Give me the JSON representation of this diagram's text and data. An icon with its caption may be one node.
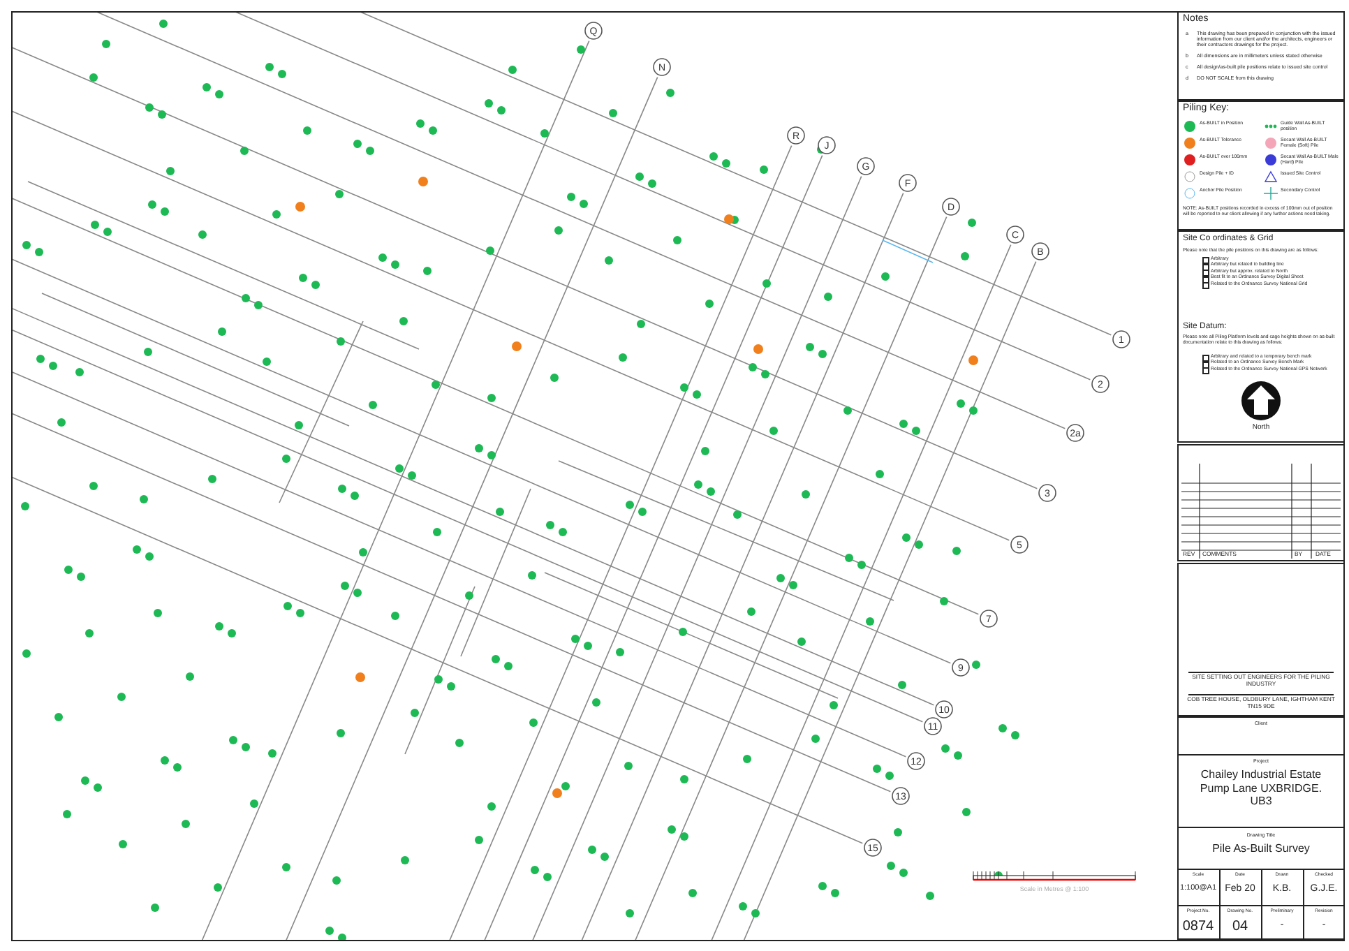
{
  "diagram": {
    "title": "Pile As-Built Survey",
    "labels": [
      "Notes",
      "a",
      "This drawing has been prepared in conjunction with the issued information from our client and/or the architects, engineers or their contractors drawings for the project.",
      "b",
      "All dimensions are in millimeters unless stated otherwise",
      "c",
      "All design/as-built pile positions relate to issued site control",
      "d",
      "DO NOT SCALE from this drawing",
      "Piling Key:",
      "NOTE: As-BUILT positions recorded in excess of 100mm out of position will be reported to our client allowing if any further actions need taking.",
      "Site Co ordinates & Grid",
      "Please note that the pile positions on this drawing are as follows:",
      "Arbitrary",
      "Arbitrary but related to building line",
      "Arbitrary but approx. related to North",
      "Best fit to an Ordnance Survey Digital Sheet",
      "Related to the Ordnance Survey National Grid",
      "Site Datum:",
      "Please note all Piling Platform levels and cage heights shown on as-built documentation relate to this drawing as follows:",
      "Arbitrary and related to a temporary bench mark",
      "Related to an Ordnance Survey Bench Mark",
      "Related to the Ordnance Survey National GPS Network",
      "North",
      "REV",
      "COMMENTS",
      "BY",
      "DATE",
      "SITE SETTING OUT ENGINEERS FOR THE PILING INDUSTRY",
      "COB TREE HOUSE, OLDBURY LANE, IGHTHAM KENT TN15 9DE",
      "Client",
      "Project",
      "Chailey Industrial Estate Pump Lane UXBRIDGE. UB3",
      "Drawing Title",
      "Scale",
      "1:100@A1",
      "Date",
      "Feb 20",
      "Drawn",
      "K.B.",
      "Checked",
      "G.J.E.",
      "Project No.",
      "0874",
      "Drawing No.",
      "04",
      "Preliminary",
      "-",
      "Revision",
      "-",
      "Scale in Metres @ 1:100",
      "Q",
      "N",
      "R",
      "J",
      "G",
      "F",
      "D",
      "C",
      "B",
      "1",
      "2",
      "2a",
      "3",
      "5",
      "7",
      "9",
      "10",
      "11",
      "12",
      "13",
      "15"
    ],
    "legend": [
      {
        "text": "As-BUILT in Position"
      },
      {
        "text": "Guide Wall As-BUILT position"
      },
      {
        "text": "As-BUILT Tolerance"
      },
      {
        "text": "Secant Wall As-BUILT Female (Soft) Pile"
      },
      {
        "text": "As-BUILT over 100mm"
      },
      {
        "text": "Secant Wall As-BUILT Male (Hard) Pile"
      },
      {
        "text": "Design Pile + ID"
      },
      {
        "text": "Issued Site Control"
      },
      {
        "text": "Anchor Pile Position"
      },
      {
        "text": "Secondary Control"
      }
    ]
  }
}
